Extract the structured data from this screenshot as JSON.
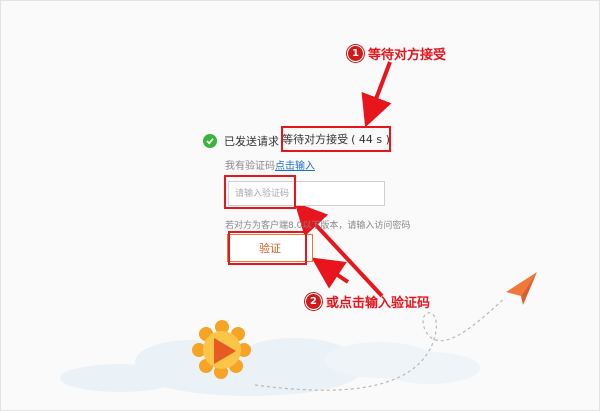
{
  "colors": {
    "accent_red": "#e8151c",
    "success_green": "#3cb43c",
    "link_blue": "#1a6fd1",
    "button_orange": "#e05a1a"
  },
  "status": {
    "icon": "check-circle-icon",
    "sent_label": "已发送请求",
    "waiting_label": "等待对方接受",
    "countdown": "( 44 s )"
  },
  "code_entry": {
    "prefix": "我有验证码",
    "link": "点击输入",
    "placeholder": "请输入验证码"
  },
  "hint": "若对方为客户端8.0以下版本，请输入访问密码",
  "verify_button": "验证",
  "callouts": [
    {
      "number": "1",
      "text": "等待对方接受"
    },
    {
      "number": "2",
      "text": "或点击输入验证码"
    }
  ]
}
